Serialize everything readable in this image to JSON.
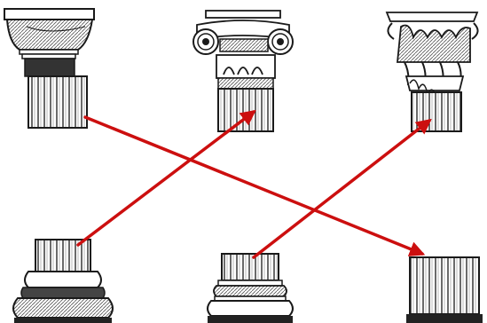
{
  "diagram": {
    "top_row": [
      {
        "order": "doric",
        "kind": "capital"
      },
      {
        "order": "ionic",
        "kind": "capital"
      },
      {
        "order": "corinthian",
        "kind": "capital"
      }
    ],
    "bottom_row": [
      {
        "order": "ionic",
        "kind": "base"
      },
      {
        "order": "corinthian",
        "kind": "base"
      },
      {
        "order": "doric",
        "kind": "base"
      }
    ],
    "connections": [
      {
        "from": "doric-capital",
        "to": "doric-base"
      },
      {
        "from": "ionic-base",
        "to": "ionic-capital"
      },
      {
        "from": "corinthian-base",
        "to": "corinthian-capital"
      }
    ],
    "colors": {
      "arrow": "#cc0f0f",
      "ink": "#1a1a1a",
      "shade": "#8a8a8a",
      "paper": "#ffffff"
    }
  }
}
